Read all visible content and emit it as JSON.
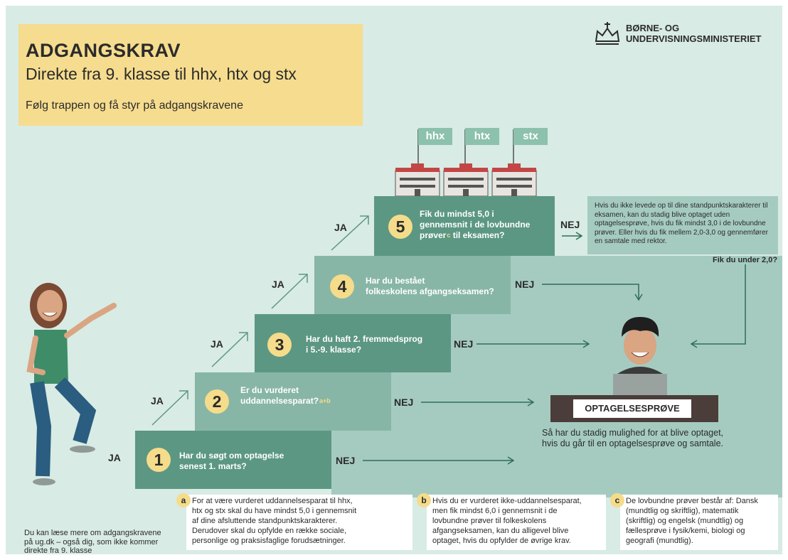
{
  "header": {
    "title": "ADGANGSKRAV",
    "subtitle": "Direkte fra 9. klasse til hhx, htx og stx",
    "tagline": "Følg trappen og få styr på adgangskravene"
  },
  "logo": {
    "line1": "BØRNE- OG",
    "line2": "UNDERVISNINGSMINISTERIET",
    "icon": "crown-icon"
  },
  "flags": [
    "hhx",
    "htx",
    "stx"
  ],
  "steps": [
    {
      "num": "1",
      "line1": "Har du søgt om optagelse",
      "line2": "senest 1. marts?",
      "sup": ""
    },
    {
      "num": "2",
      "line1": "Er du vurderet",
      "line2": "uddannelsesparat?",
      "sup": "a+b"
    },
    {
      "num": "3",
      "line1": "Har du haft 2. fremmedsprog",
      "line2": "i 5.-9. klasse?",
      "sup": ""
    },
    {
      "num": "4",
      "line1": "Har du bestået",
      "line2": "folkeskolens afgangseksamen?",
      "sup": ""
    },
    {
      "num": "5",
      "line1": "Fik du mindst 5,0 i",
      "line2": "gennemsnit i de lovbundne",
      "line3a": "prøver",
      "sup": "c",
      "line3b": " til eksamen?"
    }
  ],
  "labels": {
    "ja": "JA",
    "nej": "NEJ"
  },
  "alt_box": "Hvis du ikke levede op til dine standpunktskarakterer til eksamen, kan du stadig blive optaget uden optagelsesprøve, hvis du fik mindst 3,0 i de lovbundne prøver. Eller hvis du fik mellem 2,0-3,0 og gennemfører en samtale med rektor.",
  "under_question": "Fik du under 2,0?",
  "optagelse": {
    "label": "OPTAGELSESPRØVE",
    "text1": "Så har du stadig mulighed for at blive optaget,",
    "text2": "hvis du går til en optagelsesprøve og samtale."
  },
  "notes": {
    "a": {
      "badge": "a",
      "lines": [
        "For at være vurderet uddannelsesparat til hhx,",
        "htx og stx skal du have mindst 5,0 i gennemsnit",
        "af dine afsluttende standpunktskarakterer.",
        "Derudover skal du opfylde en række sociale,",
        "personlige og praksisfaglige forudsætninger."
      ]
    },
    "b": {
      "badge": "b",
      "lines": [
        "Hvis du er vurderet ikke-uddannelsesparat,",
        "men fik mindst 6,0 i gennemsnit i de",
        "lovbundne prøver til folkeskolens",
        "afgangseksamen, kan du alligevel blive",
        "optaget, hvis du opfylder de øvrige krav."
      ]
    },
    "c": {
      "badge": "c",
      "lines": [
        "De lovbundne prøver består af: Dansk",
        "(mundtlig og skriftlig), matematik",
        "(skriftlig) og engelsk (mundtlig) og",
        "fællesprøve i fysik/kemi, biologi og",
        "geografi (mundtlig)."
      ]
    }
  },
  "footer": {
    "line1": "Du kan læse mere om adgangskravene",
    "line2": "på ug.dk – også dig, som ikke kommer",
    "line3": "direkte fra 9. klasse"
  },
  "colors": {
    "title_bg": "#f6dc8e",
    "step_dark": "#5c9783",
    "step_light": "#88b6a6",
    "panel": "#a5cbc0",
    "background": "#d8ebe4",
    "accent": "#f5dc8b"
  }
}
